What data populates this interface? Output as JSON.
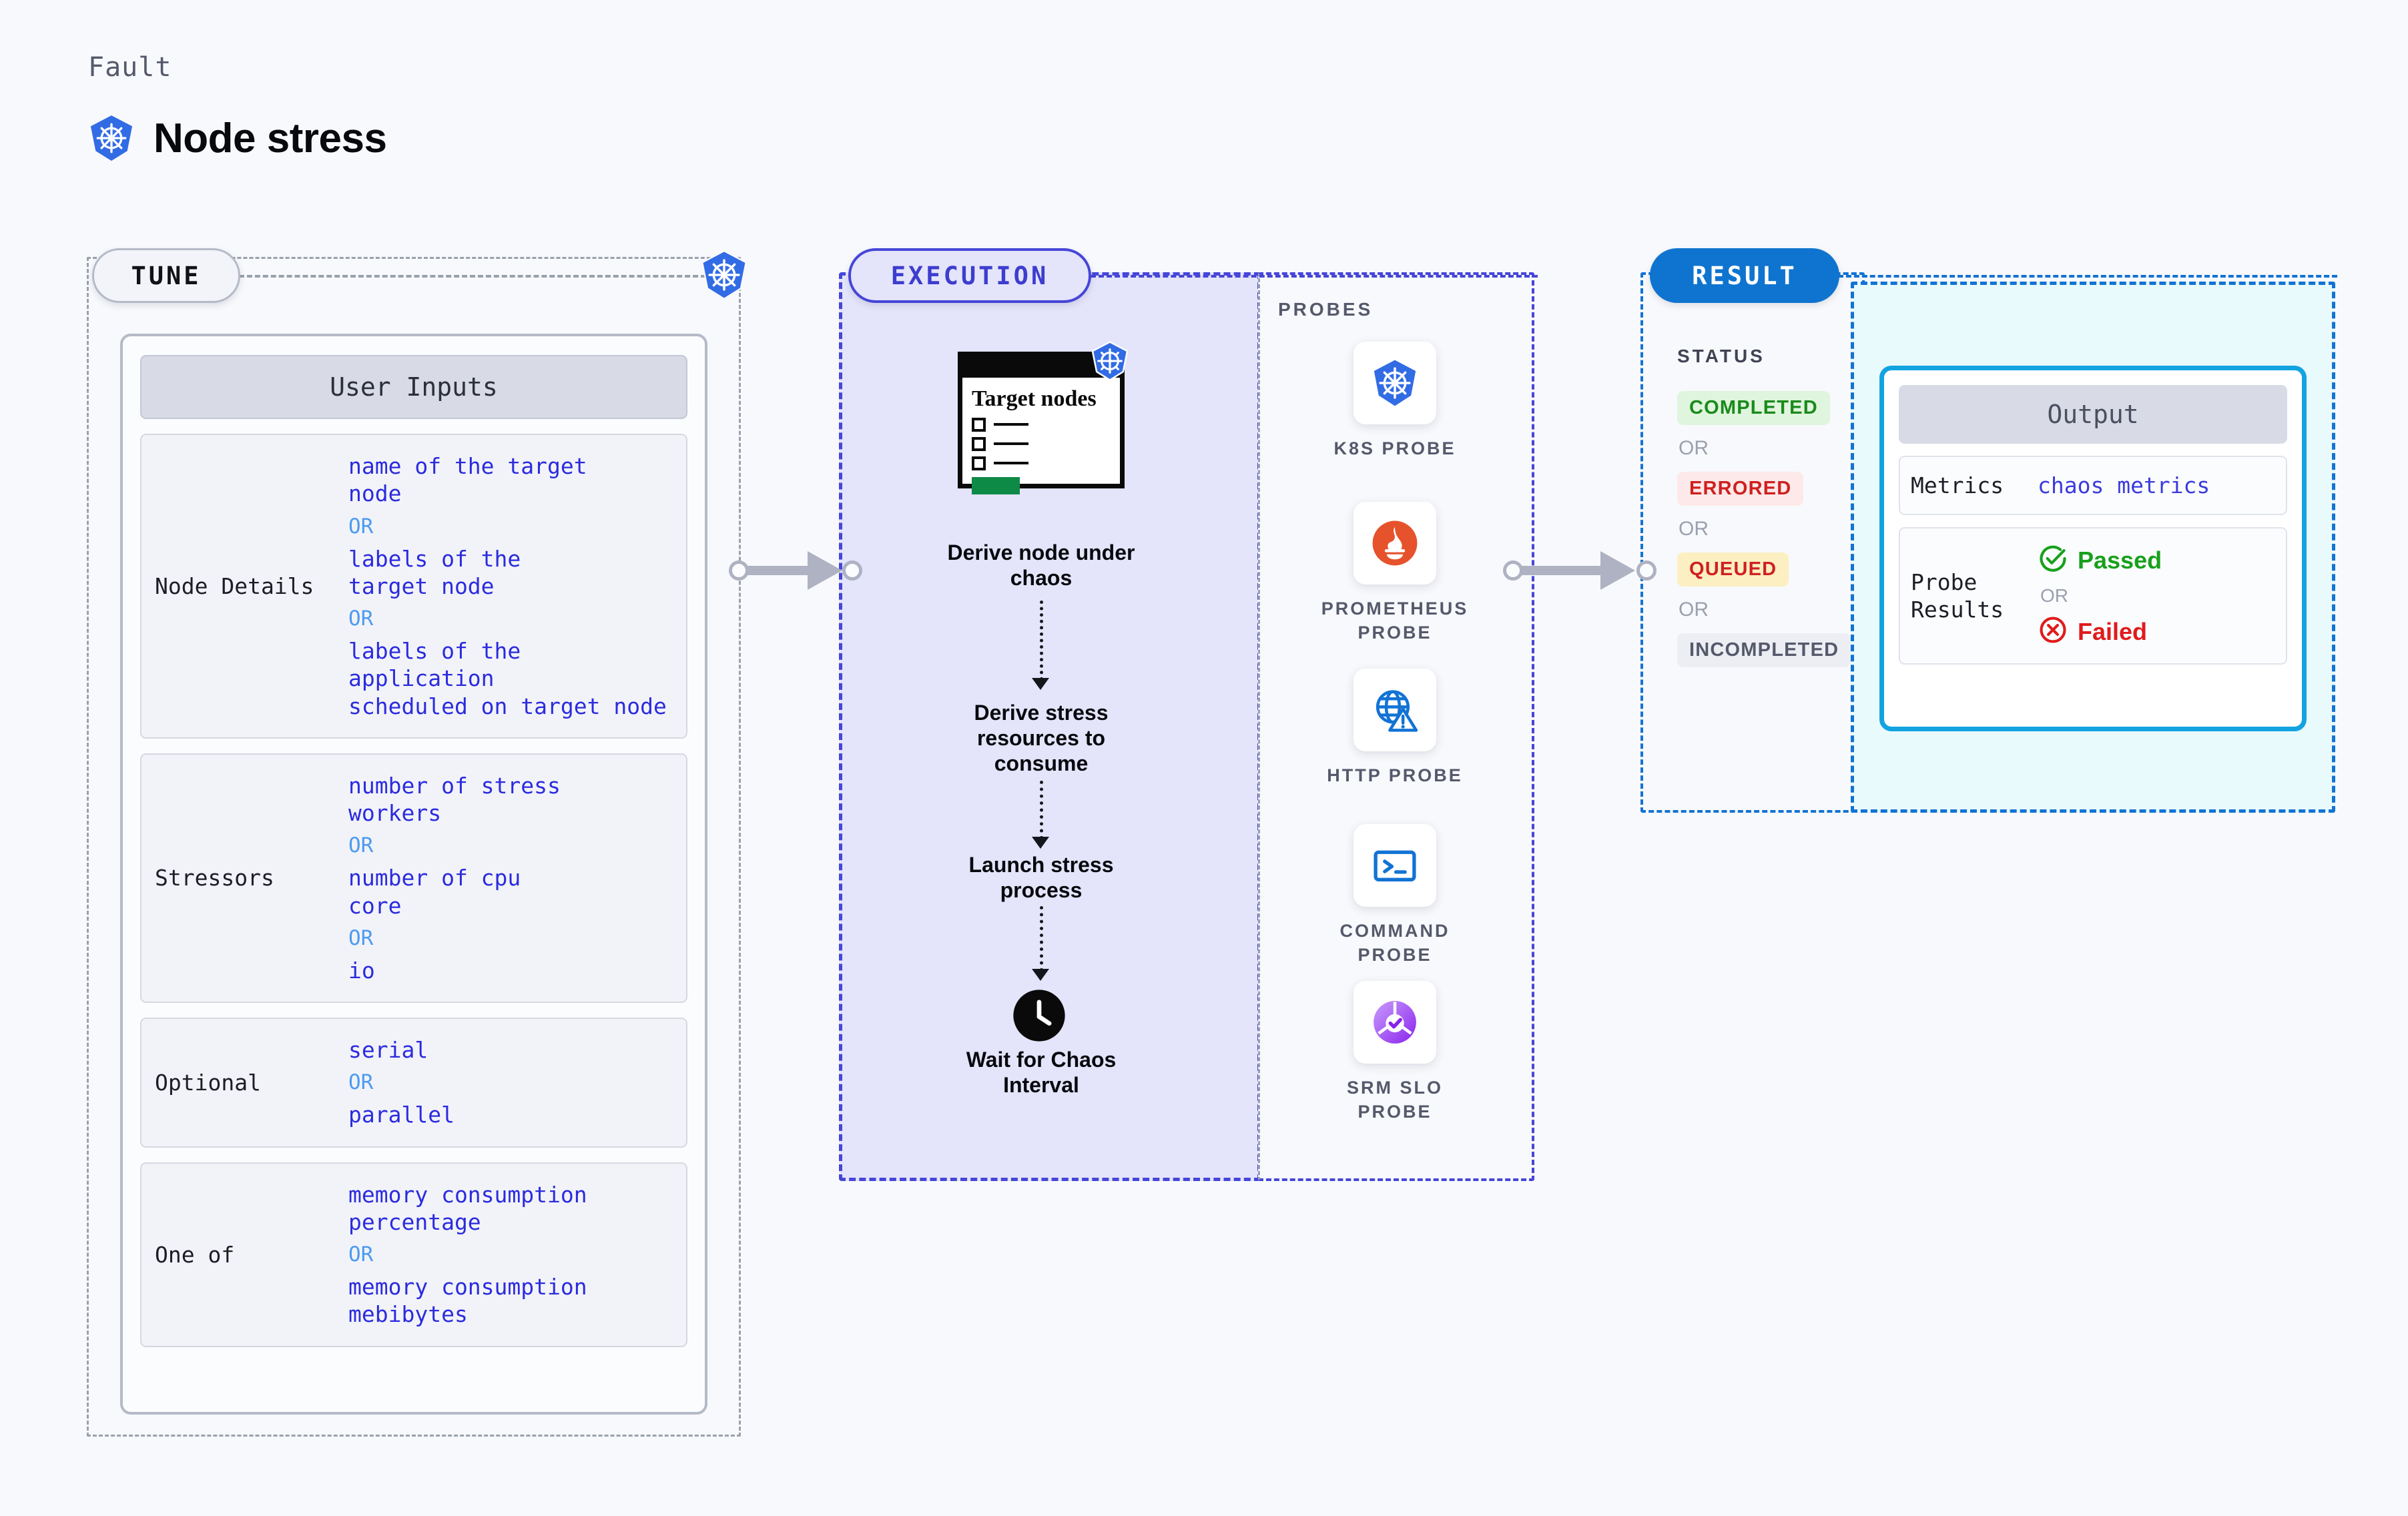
{
  "header": {
    "eyebrow": "Fault",
    "title": "Node stress",
    "icon": "kubernetes-icon"
  },
  "stages": {
    "tune": {
      "label": "TUNE"
    },
    "execution": {
      "label": "EXECUTION"
    },
    "result": {
      "label": "RESULT"
    }
  },
  "tune": {
    "card_header": "User Inputs",
    "blocks": [
      {
        "label": "Node Details",
        "values": [
          "name of the target\nnode",
          "labels of the\ntarget node",
          "labels of the application\n scheduled on target node"
        ],
        "or_label": "OR"
      },
      {
        "label": "Stressors",
        "values": [
          "number of stress\nworkers",
          "number of cpu\ncore",
          "io"
        ],
        "or_label": "OR"
      },
      {
        "label": "Optional",
        "values": [
          "serial",
          "parallel"
        ],
        "or_label": "OR"
      },
      {
        "label": "One of",
        "values": [
          "memory consumption\npercentage",
          "memory consumption\nmebibytes"
        ],
        "or_label": "OR"
      }
    ]
  },
  "execution": {
    "target_card": {
      "title": "Target\nnodes",
      "icon": "kubernetes-icon",
      "checkbox_rows": 3
    },
    "steps": [
      {
        "label": "Derive node under\nchaos",
        "icon": "target-nodes-card"
      },
      {
        "label": "Derive stress\nresources to\nconsume",
        "icon": "none"
      },
      {
        "label": "Launch stress\nprocess",
        "icon": "none"
      },
      {
        "label": "Wait for Chaos\nInterval",
        "icon": "clock-icon"
      }
    ]
  },
  "probes": {
    "section_label": "PROBES",
    "items": [
      {
        "name": "K8S PROBE",
        "icon": "kubernetes-icon"
      },
      {
        "name": "PROMETHEUS\nPROBE",
        "icon": "prometheus-icon"
      },
      {
        "name": "HTTP PROBE",
        "icon": "globe-warning-icon"
      },
      {
        "name": "COMMAND\nPROBE",
        "icon": "terminal-icon"
      },
      {
        "name": "SRM SLO\nPROBE",
        "icon": "slo-donut-check-icon"
      }
    ]
  },
  "result": {
    "status_label": "STATUS",
    "or_label": "OR",
    "statuses": [
      {
        "label": "COMPLETED",
        "color": "#1a8a1a",
        "bg": "#dff5de"
      },
      {
        "label": "ERRORED",
        "color": "#cf2020",
        "bg": "#fde9e9"
      },
      {
        "label": "QUEUED",
        "color": "#cf2020",
        "bg": "#fcefc2"
      },
      {
        "label": "INCOMPLETED",
        "color": "#55596b",
        "bg": "#eceef4"
      }
    ],
    "output": {
      "header": "Output",
      "metrics_label": "Metrics",
      "metrics_value": "chaos metrics",
      "probe_results_label": "Probe\nResults",
      "or_label": "OR",
      "passed_label": "Passed",
      "failed_label": "Failed",
      "passed_color": "#18a01c",
      "failed_color": "#e01b1b"
    }
  },
  "colors": {
    "background": "#f8f9fc",
    "kubernetes_blue": "#326ce5",
    "execution_fill": "#e4e4fb",
    "execution_border": "#4646d8",
    "result_border": "#1273d4",
    "output_fill": "#e9fafd",
    "output_card_border": "#13a3e0",
    "value_text": "#2b2bdf",
    "or_text": "#4d9bf0"
  }
}
